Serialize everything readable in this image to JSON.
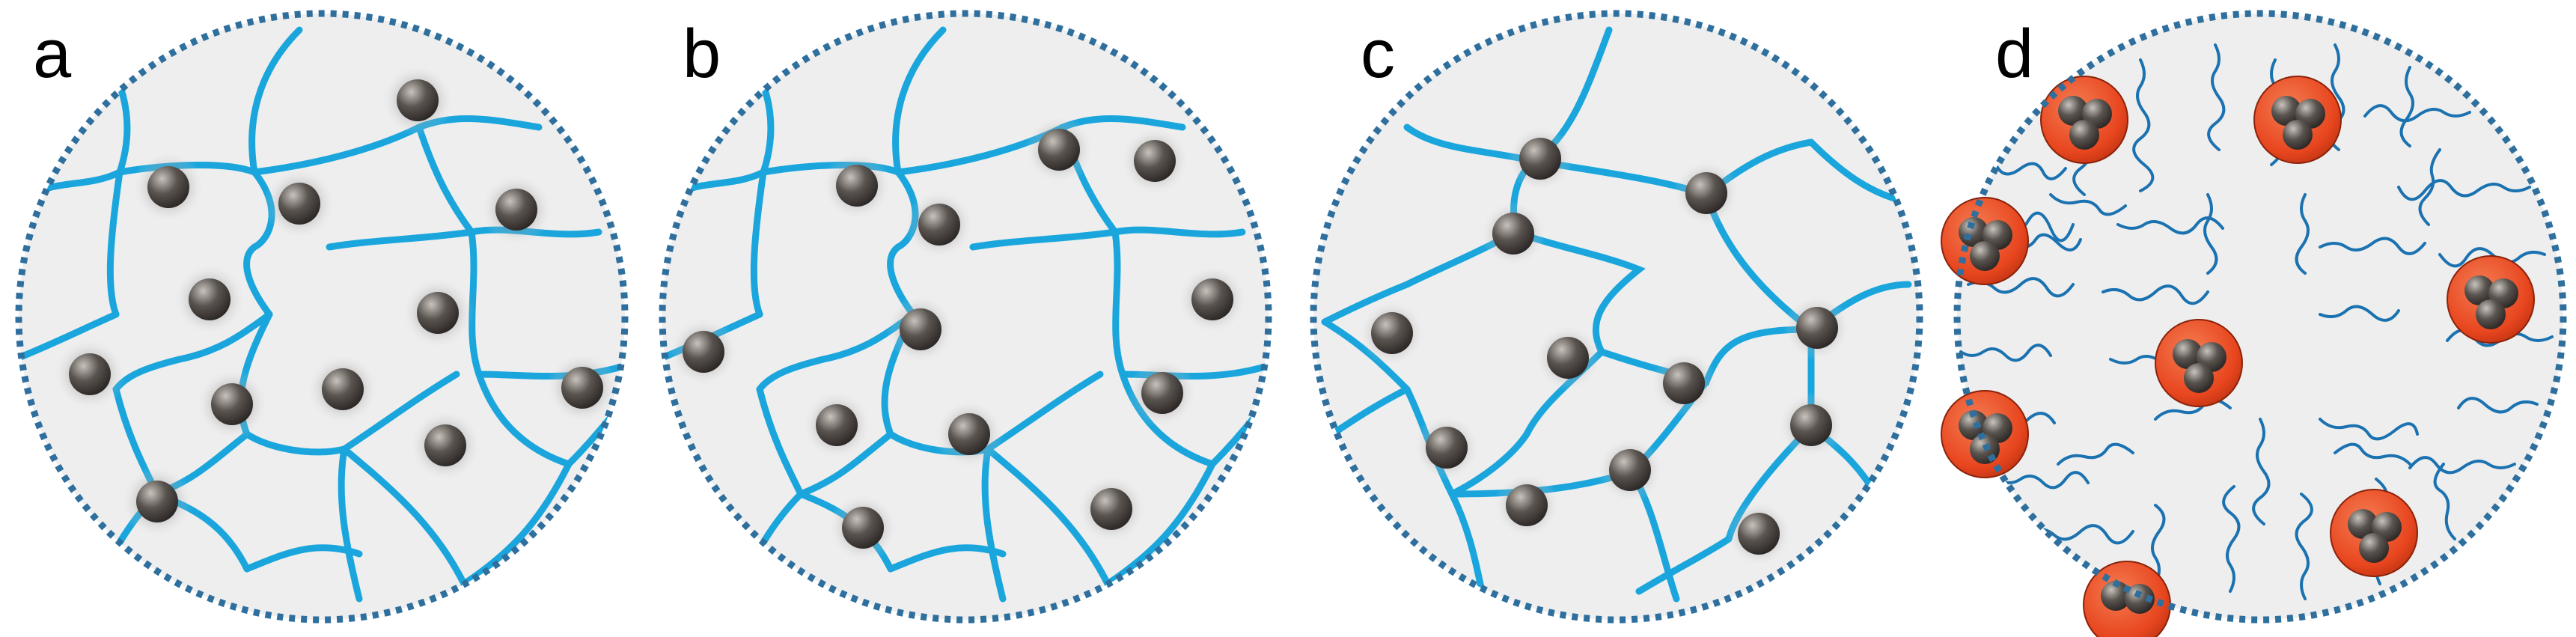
{
  "panels": [
    {
      "label": "a"
    },
    {
      "label": "b"
    },
    {
      "label": "c"
    },
    {
      "label": "d"
    }
  ],
  "colors": {
    "background": "#eeeeee",
    "circle_border": "#2f6f9e",
    "network_lines": "#1aa6dc",
    "brush_chains": "#1b72b0",
    "particle_core": "#3a3633",
    "particle_highlight": "#b9b3ad",
    "cluster_shell": "#e8461f",
    "cluster_shell_light": "#f47c52"
  }
}
